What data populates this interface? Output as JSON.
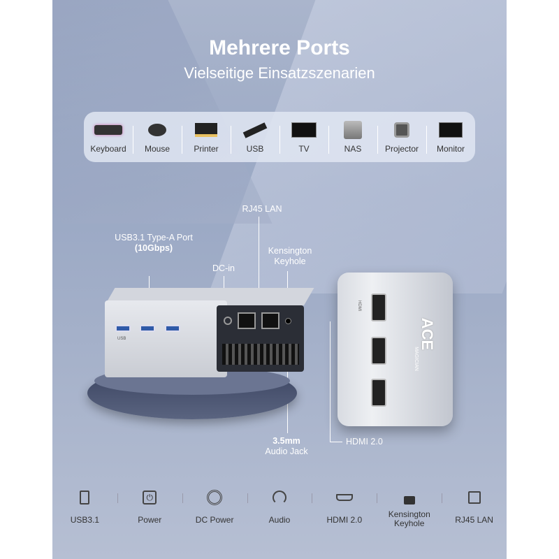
{
  "header": {
    "title": "Mehrere Ports",
    "subtitle": "Vielseitige Einsatzszenarien"
  },
  "devices": [
    {
      "label": "Keyboard",
      "icon": "keyboard-icon"
    },
    {
      "label": "Mouse",
      "icon": "mouse-icon"
    },
    {
      "label": "Printer",
      "icon": "printer-icon"
    },
    {
      "label": "USB",
      "icon": "usb-stick-icon"
    },
    {
      "label": "TV",
      "icon": "tv-icon"
    },
    {
      "label": "NAS",
      "icon": "nas-icon"
    },
    {
      "label": "Projector",
      "icon": "projector-icon"
    },
    {
      "label": "Monitor",
      "icon": "monitor-icon"
    }
  ],
  "callouts": {
    "usb_port": "USB3.1 Type-A Port",
    "usb_speed": "(10Gbps)",
    "rj45": "RJ45 LAN",
    "dcin": "DC-in",
    "kensington": "Kensington Keyhole",
    "audio_mm": "3.5mm",
    "audio_jack": "Audio Jack",
    "hdmi": "HDMI 2.0"
  },
  "product": {
    "brand": "ACE",
    "brand_sub": "MAGICIAN",
    "port_usb": "USB",
    "port_hdmi": "HDMI"
  },
  "features": [
    {
      "label": "USB3.1",
      "icon": "usb-port-icon"
    },
    {
      "label": "Power",
      "icon": "power-icon"
    },
    {
      "label": "DC Power",
      "icon": "dc-power-icon"
    },
    {
      "label": "Audio",
      "icon": "headset-icon"
    },
    {
      "label": "HDMI 2.0",
      "icon": "hdmi-icon"
    },
    {
      "label": "Kensington Keyhole",
      "icon": "lock-icon"
    },
    {
      "label": "RJ45 LAN",
      "icon": "ethernet-icon"
    }
  ]
}
